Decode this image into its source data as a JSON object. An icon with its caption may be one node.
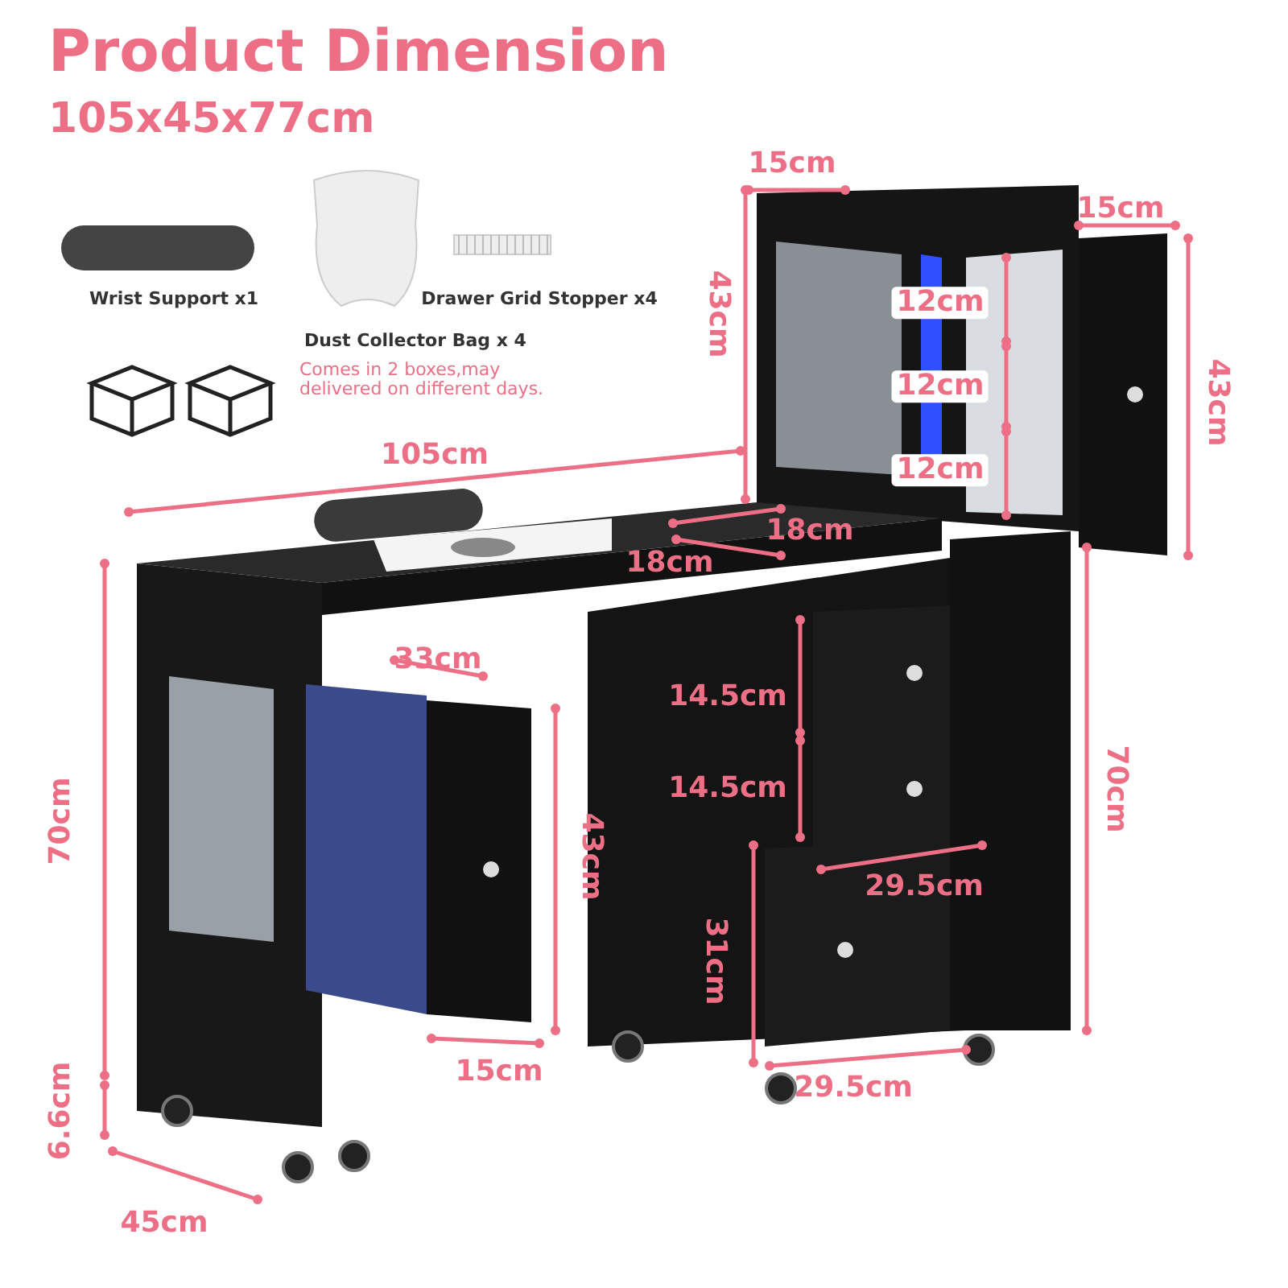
{
  "diagram": {
    "title": "Product Dimension",
    "labels": [
      "105x45x77cm",
      "Wrist Support x1",
      "Drawer Grid Stopper x4",
      "Dust Collector Bag x 4",
      "Comes in 2 boxes,may delivered on different days.",
      "15cm",
      "15cm",
      "43cm",
      "12cm",
      "12cm",
      "43cm",
      "12cm",
      "105cm",
      "18cm",
      "18cm",
      "70cm",
      "33cm",
      "14.5cm",
      "70cm",
      "43cm",
      "14.5cm",
      "29.5cm",
      "31cm",
      "6.6cm",
      "15cm",
      "29.5cm",
      "45cm"
    ]
  }
}
